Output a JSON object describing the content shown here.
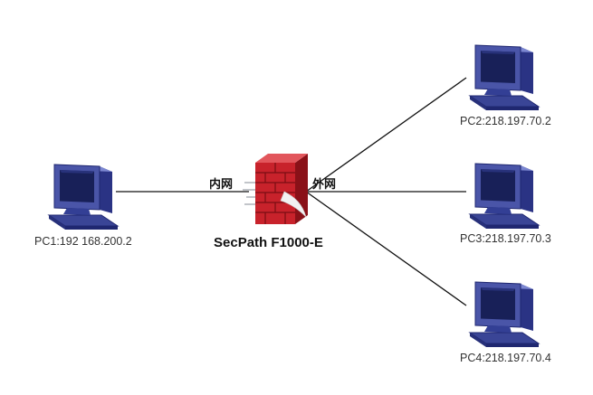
{
  "colors": {
    "computer_body": "#4a55a8",
    "computer_dark": "#1f2770",
    "computer_screen": "#182058",
    "firewall_red": "#c8222b",
    "firewall_dark": "#8a1118",
    "line": "#111111"
  },
  "labels": {
    "inside_network": "内网",
    "outside_network": "外网"
  },
  "firewall": {
    "model": "SecPath F1000-E",
    "icon": "firewall-icon"
  },
  "pcs": [
    {
      "id": "pc1",
      "label": "PC1:192 168.200.2",
      "icon": "computer-icon"
    },
    {
      "id": "pc2",
      "label": "PC2:218.197.70.2",
      "icon": "computer-icon"
    },
    {
      "id": "pc3",
      "label": "PC3:218.197.70.3",
      "icon": "computer-icon"
    },
    {
      "id": "pc4",
      "label": "PC4:218.197.70.4",
      "icon": "computer-icon"
    }
  ]
}
